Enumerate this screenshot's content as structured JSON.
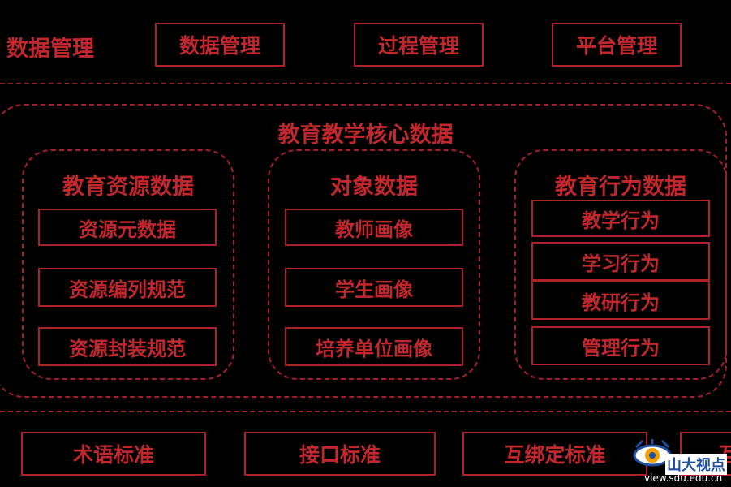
{
  "top": {
    "title": "数据管理",
    "buttons": [
      "数据管理",
      "过程管理",
      "平台管理"
    ]
  },
  "core": {
    "title": "教育教学核心数据",
    "groups": [
      {
        "title": "教育资源数据",
        "items": [
          "资源元数据",
          "资源编列规范",
          "资源封装规范"
        ]
      },
      {
        "title": "对象数据",
        "items": [
          "教师画像",
          "学生画像",
          "培养单位画像"
        ]
      },
      {
        "title": "教育行为数据",
        "items": [
          "教学行为",
          "学习行为",
          "教研行为",
          "管理行为"
        ]
      }
    ]
  },
  "standards": [
    "术语标准",
    "接口标准",
    "互绑定标准",
    "互"
  ],
  "watermark": {
    "name": "山大视点",
    "url": "view.sdu.edu.cn"
  },
  "colors": {
    "background": "#000000",
    "accent": "#c0282e",
    "watermark_blue": "#1f4fa0"
  }
}
